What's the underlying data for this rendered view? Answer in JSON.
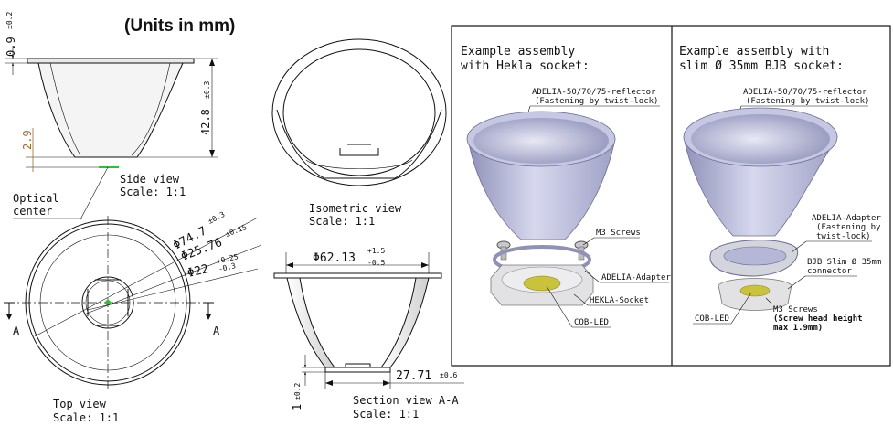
{
  "units_title": "(Units in mm)",
  "side_view": {
    "dim_top": "0.9",
    "dim_top_tol": "±0.2",
    "dim_height": "42.8",
    "dim_height_tol": "±0.3",
    "dim_focus": "2.9",
    "label": "Side view",
    "scale": "Scale:  1:1"
  },
  "optical_center": [
    "Optical",
    "center"
  ],
  "top_view": {
    "d1": "Φ74.7",
    "d1_tol": "±0.3",
    "d2": "Φ25.76",
    "d2_tol": "±0.15",
    "d3": "Φ22",
    "d3_tol_plus": "+0.25",
    "d3_tol_minus": "-0.3",
    "section_mark": "A",
    "label": "Top view",
    "scale": "Scale:  1:1"
  },
  "isometric_view": {
    "label": "Isometric view",
    "scale": "Scale:  1:1"
  },
  "section_view": {
    "d_top": "Φ62.13",
    "d_top_plus": "+1.5",
    "d_top_minus": "-0.5",
    "d_bottom": "27.71",
    "d_bottom_tol": "±0.6",
    "base_dim": "1",
    "base_dim_tol": "±0.2",
    "label": "Section view A-A",
    "scale": "Scale:  1:1"
  },
  "assembly_hekla": {
    "title": [
      "Example assembly",
      "with Hekla socket:"
    ],
    "reflector": [
      "ADELIA-50/70/75-reflector",
      "(Fastening by twist-lock)"
    ],
    "screws": "M3 Screws",
    "adapter": "ADELIA-Adapter",
    "socket": "HEKLA-Socket",
    "led": "COB-LED"
  },
  "assembly_bjb": {
    "title": [
      "Example assembly with",
      "slim Ø 35mm BJB socket:"
    ],
    "reflector": [
      "ADELIA-50/70/75-reflector",
      "(Fastening by twist-lock)"
    ],
    "adapter": [
      "ADELIA-Adapter",
      "(Fastening by",
      "twist-lock)"
    ],
    "connector": [
      "BJB Slim Ø 35mm",
      "connector"
    ],
    "led": "COB-LED",
    "screws": [
      "M3 Screws",
      "(Screw head height",
      "max 1.9mm)"
    ]
  },
  "colors": {
    "reflector": "#b5b7d6",
    "adapter": "#d4d4dc",
    "led": "#c9c23a",
    "dim_brown": "#9c6b2e",
    "optical_green": "#2bbf3a"
  }
}
